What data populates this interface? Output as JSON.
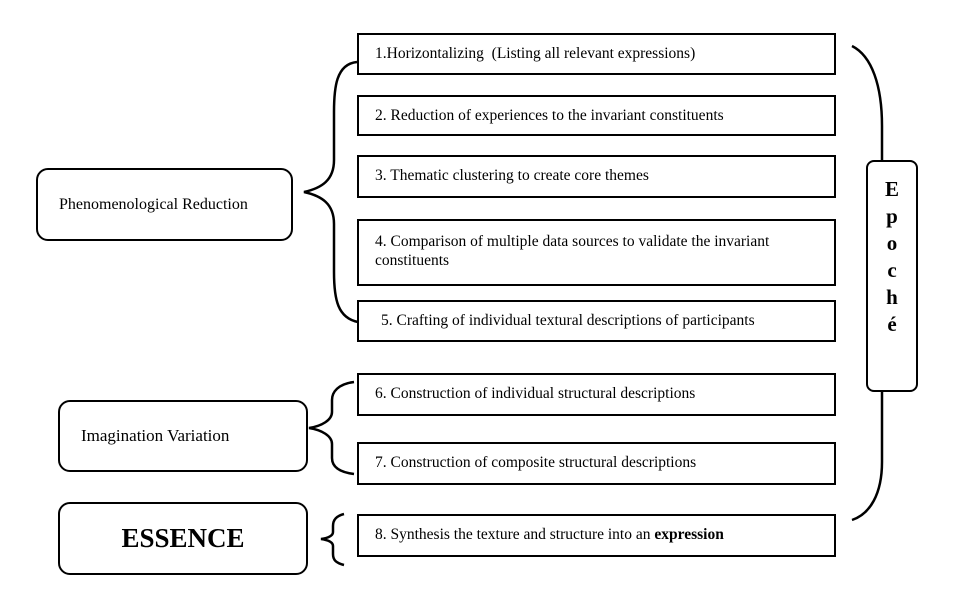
{
  "steps": [
    {
      "number": "1.",
      "text": "Horizontalizing  (Listing all relevant expressions)"
    },
    {
      "number": "2.",
      "text": "Reduction of experiences to the invariant constituents"
    },
    {
      "number": "3.",
      "text": "Thematic clustering to create core themes"
    },
    {
      "number": "4.",
      "text": "Comparison of multiple data sources to validate the invariant constituents"
    },
    {
      "number": "5.",
      "text": "Crafting of individual textural descriptions of participants"
    },
    {
      "number": "6.",
      "text": "Construction of individual structural descriptions"
    },
    {
      "number": "7.",
      "text": "Construction of composite structural descriptions"
    },
    {
      "number": "8.",
      "text_before_bold": "Synthesis the texture and structure into an",
      "bold_text": "expression"
    }
  ],
  "stages": {
    "phenomenological_reduction": "Phenomenological Reduction",
    "imagination_variation": "Imagination Variation",
    "essence": "ESSENCE"
  },
  "epoche": {
    "label": "Epoché",
    "letters": [
      "E",
      "p",
      "o",
      "c",
      "h",
      "é"
    ]
  }
}
